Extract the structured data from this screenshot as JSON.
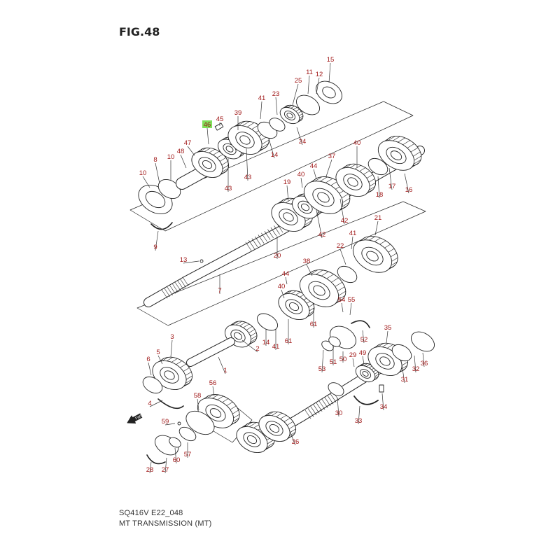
{
  "figure": {
    "title": "FIG.48"
  },
  "footer": {
    "code": "SQ416V E22_048",
    "caption": "MT TRANSMISSION (MT)"
  },
  "colors": {
    "label": "#a01818",
    "line": "#222222",
    "highlight": "#7ee05a"
  },
  "icons": {
    "front_arrow": "front-arrow-icon"
  },
  "labels": [
    {
      "id": "15",
      "text": "15"
    },
    {
      "id": "11",
      "text": "11"
    },
    {
      "id": "12",
      "text": "12"
    },
    {
      "id": "25",
      "text": "25"
    },
    {
      "id": "41a",
      "text": "41"
    },
    {
      "id": "23",
      "text": "23"
    },
    {
      "id": "39",
      "text": "39"
    },
    {
      "id": "45",
      "text": "45"
    },
    {
      "id": "46",
      "text": "46",
      "highlight": true
    },
    {
      "id": "47",
      "text": "47"
    },
    {
      "id": "48",
      "text": "48"
    },
    {
      "id": "10a",
      "text": "10"
    },
    {
      "id": "8",
      "text": "8"
    },
    {
      "id": "10b",
      "text": "10"
    },
    {
      "id": "43a",
      "text": "43"
    },
    {
      "id": "43b",
      "text": "43"
    },
    {
      "id": "14a",
      "text": "14"
    },
    {
      "id": "24",
      "text": "24"
    },
    {
      "id": "9",
      "text": "9"
    },
    {
      "id": "40a",
      "text": "40"
    },
    {
      "id": "37",
      "text": "37"
    },
    {
      "id": "44a",
      "text": "44"
    },
    {
      "id": "40b",
      "text": "40"
    },
    {
      "id": "19",
      "text": "19"
    },
    {
      "id": "17",
      "text": "17"
    },
    {
      "id": "18",
      "text": "18"
    },
    {
      "id": "16",
      "text": "16"
    },
    {
      "id": "42a",
      "text": "42"
    },
    {
      "id": "42b",
      "text": "42"
    },
    {
      "id": "20",
      "text": "20"
    },
    {
      "id": "13",
      "text": "13"
    },
    {
      "id": "7",
      "text": "7"
    },
    {
      "id": "41b",
      "text": "41"
    },
    {
      "id": "21",
      "text": "21"
    },
    {
      "id": "22",
      "text": "22"
    },
    {
      "id": "38",
      "text": "38"
    },
    {
      "id": "44b",
      "text": "44"
    },
    {
      "id": "40c",
      "text": "40"
    },
    {
      "id": "54",
      "text": "54"
    },
    {
      "id": "55",
      "text": "55"
    },
    {
      "id": "61a",
      "text": "61"
    },
    {
      "id": "3",
      "text": "3"
    },
    {
      "id": "2",
      "text": "2"
    },
    {
      "id": "14b",
      "text": "14"
    },
    {
      "id": "41c",
      "text": "41"
    },
    {
      "id": "61b",
      "text": "61"
    },
    {
      "id": "35",
      "text": "35"
    },
    {
      "id": "52",
      "text": "52"
    },
    {
      "id": "5",
      "text": "5"
    },
    {
      "id": "6",
      "text": "6"
    },
    {
      "id": "1",
      "text": "1"
    },
    {
      "id": "53",
      "text": "53"
    },
    {
      "id": "51",
      "text": "51"
    },
    {
      "id": "50",
      "text": "50"
    },
    {
      "id": "29",
      "text": "29"
    },
    {
      "id": "49",
      "text": "49"
    },
    {
      "id": "32",
      "text": "32"
    },
    {
      "id": "36",
      "text": "36"
    },
    {
      "id": "31",
      "text": "31"
    },
    {
      "id": "56",
      "text": "56"
    },
    {
      "id": "4",
      "text": "4"
    },
    {
      "id": "58",
      "text": "58"
    },
    {
      "id": "34",
      "text": "34"
    },
    {
      "id": "30",
      "text": "30"
    },
    {
      "id": "33",
      "text": "33"
    },
    {
      "id": "59",
      "text": "59"
    },
    {
      "id": "26",
      "text": "26"
    },
    {
      "id": "57",
      "text": "57"
    },
    {
      "id": "60",
      "text": "60"
    },
    {
      "id": "28",
      "text": "28"
    },
    {
      "id": "27",
      "text": "27"
    }
  ]
}
